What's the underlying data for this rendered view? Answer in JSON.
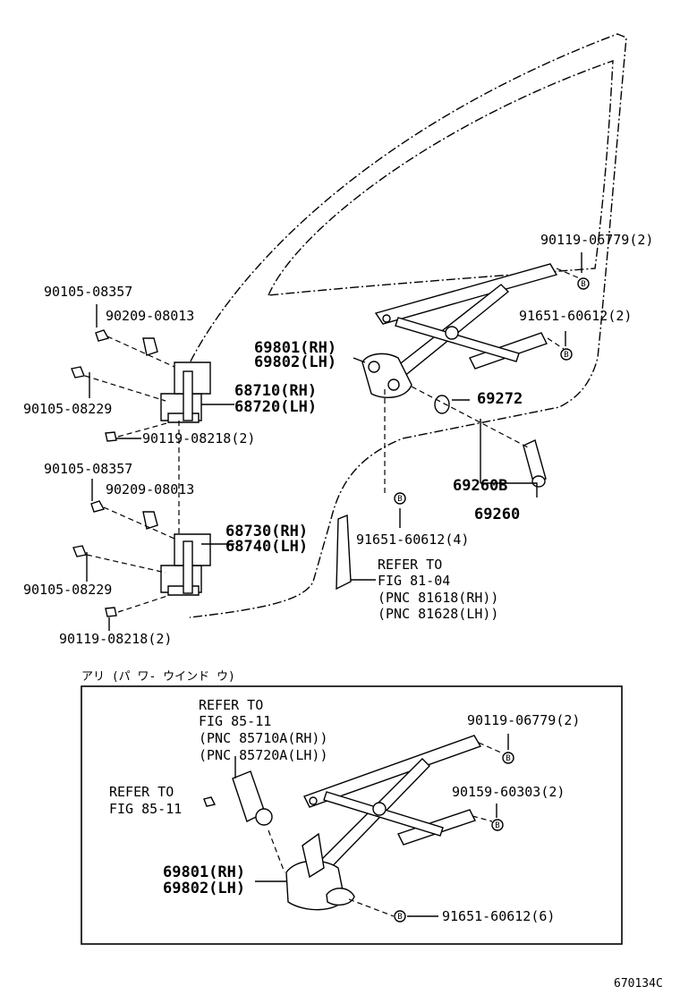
{
  "labels": {
    "p90119_06779_top": "90119-06779(2)",
    "p91651_60612_2": "91651-60612(2)",
    "p69801_top": "69801(RH)",
    "p69802_top": "69802(LH)",
    "p69272": "69272",
    "p69260b": "69260B",
    "p69260": "69260",
    "p91651_60612_4": "91651-60612(4)",
    "refer1_line1": "REFER TO",
    "refer1_line2": "FIG 81-04",
    "refer1_line3": "(PNC 81618(RH))",
    "refer1_line4": "(PNC 81628(LH))",
    "p90105_08357_a": "90105-08357",
    "p90209_08013_a": "90209-08013",
    "p68710": "68710(RH)",
    "p68720": "68720(LH)",
    "p90105_08229_a": "90105-08229",
    "p90119_08218_a": "90119-08218(2)",
    "p90105_08357_b": "90105-08357",
    "p90209_08013_b": "90209-08013",
    "p68730": "68730(RH)",
    "p68740": "68740(LH)",
    "p90105_08229_b": "90105-08229",
    "p90119_08218_b": "90119-08218(2)",
    "inset_title": "アリ (パ ワ- ウインド ウ)",
    "refer2_line1": "REFER TO",
    "refer2_line2": "FIG 85-11",
    "refer2_line3": "(PNC 85710A(RH))",
    "refer2_line4": "(PNC 85720A(LH))",
    "refer3_line1": "REFER TO",
    "refer3_line2": "FIG 85-11",
    "p90119_06779_bot": "90119-06779(2)",
    "p90159_60303": "90159-60303(2)",
    "p69801_bot": "69801(RH)",
    "p69802_bot": "69802(LH)",
    "p91651_60612_6": "91651-60612(6)",
    "marker_b": "B",
    "figure_id": "670134C"
  }
}
